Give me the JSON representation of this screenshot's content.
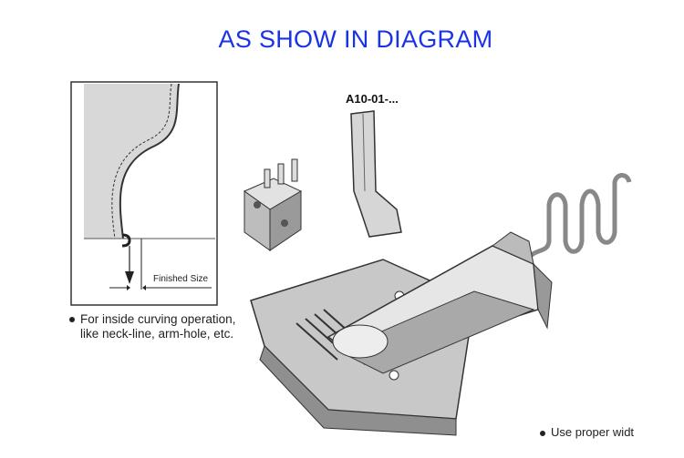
{
  "title": "AS SHOW IN DIAGRAM",
  "part_label": "A10-01-...",
  "inset": {
    "finished_size_label": "Finished Size"
  },
  "notes": {
    "line1": "For inside curving operation,",
    "line2": "like neck-line, arm-hole, etc.",
    "bottom": "Use proper widt"
  }
}
